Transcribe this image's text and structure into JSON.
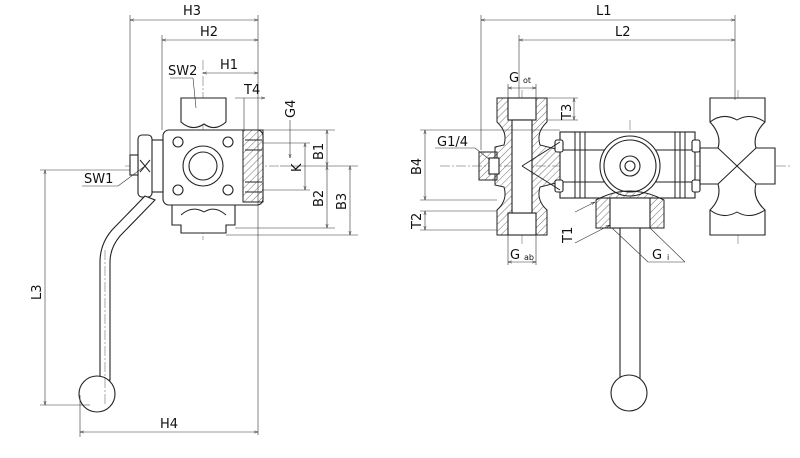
{
  "side_view": {
    "dims": {
      "H3": "H3",
      "H2": "H2",
      "H1": "H1",
      "SW2": "SW2",
      "T4": "T4",
      "G4": "G4",
      "B1": "B1",
      "K": "K",
      "B2": "B2",
      "B3": "B3",
      "SW1": "SW1",
      "L3": "L3",
      "H4": "H4"
    }
  },
  "front_view": {
    "dims": {
      "L1": "L1",
      "L2": "L2",
      "G": "G",
      "ot": "ot",
      "T3": "T3",
      "G14": "G1/4",
      "B4": "B4",
      "T2": "T2",
      "ab": "ab",
      "T1": "T1",
      "i": "i"
    }
  }
}
